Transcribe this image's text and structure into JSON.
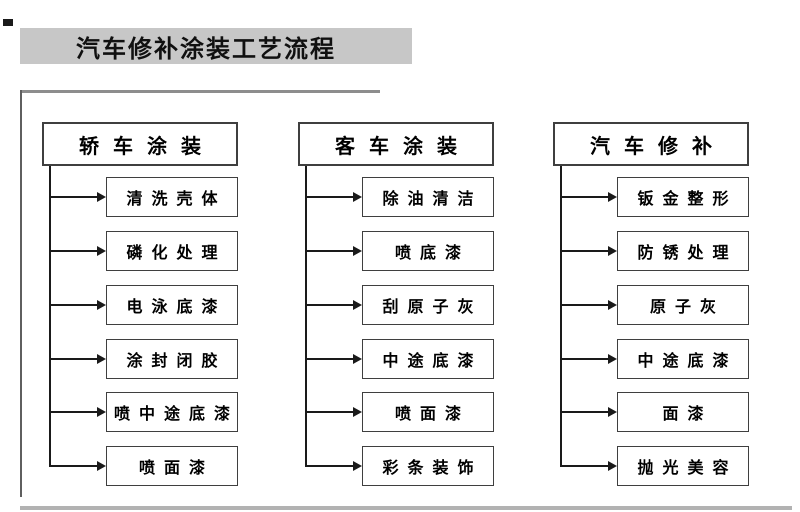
{
  "header": {
    "title": "汽车修补涂装工艺流程"
  },
  "columns": [
    {
      "title": "轿车涂装",
      "items": [
        "清洗壳体",
        "磷化处理",
        "电泳底漆",
        "涂封闭胶",
        "喷中途底漆",
        "喷面漆"
      ]
    },
    {
      "title": "客车涂装",
      "items": [
        "除油清洁",
        "喷底漆",
        "刮原子灰",
        "中途底漆",
        "喷面漆",
        "彩条装饰"
      ]
    },
    {
      "title": "汽车修补",
      "items": [
        "钣金整形",
        "防锈处理",
        "原子灰",
        "中途底漆",
        "面漆",
        "抛光美容"
      ]
    }
  ],
  "colors": {
    "titlebar": "#c7c7c7",
    "frame": "#8d8d8d",
    "bottom": "#b2b2b2",
    "border": "#3f3f3f",
    "line": "#1a1a1a"
  }
}
